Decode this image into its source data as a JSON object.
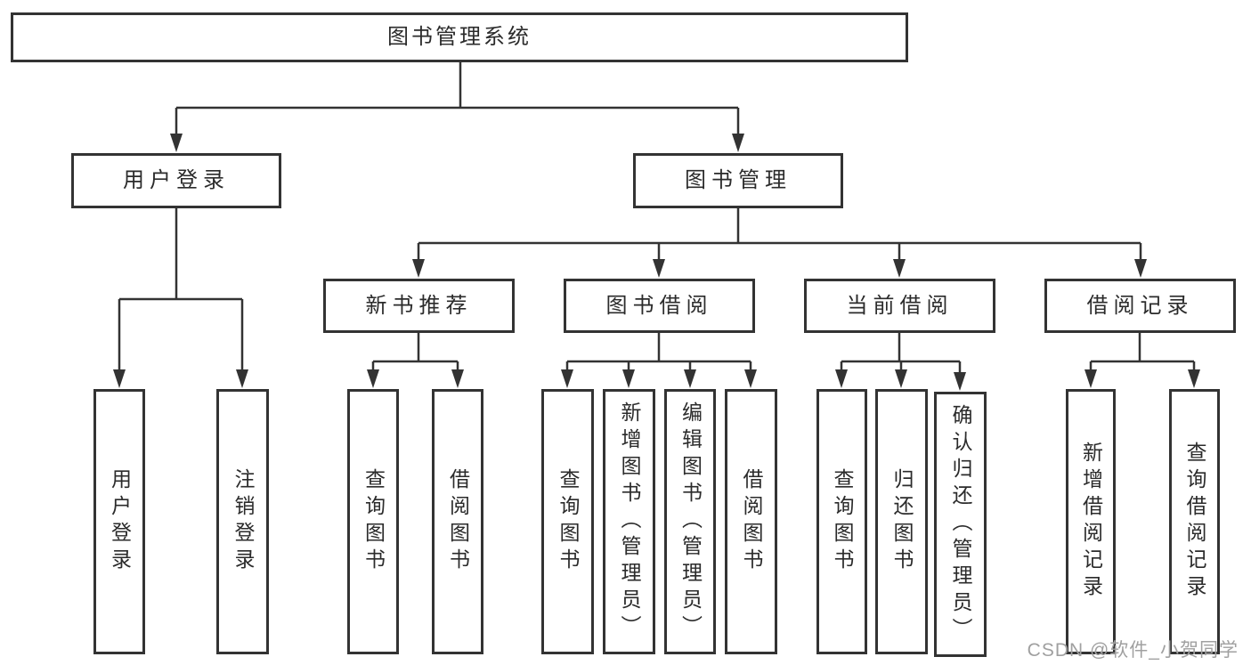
{
  "tree": {
    "label": "图书管理系统",
    "children": [
      {
        "label": "用户登录",
        "children": [
          {
            "label": "用户登录"
          },
          {
            "label": "注销登录"
          }
        ]
      },
      {
        "label": "图书管理",
        "children": [
          {
            "label": "新书推荐",
            "children": [
              {
                "label": "查询图书"
              },
              {
                "label": "借阅图书"
              }
            ]
          },
          {
            "label": "图书借阅",
            "children": [
              {
                "label": "查询图书"
              },
              {
                "label": "新增图书（管理员）"
              },
              {
                "label": "编辑图书（管理员）"
              },
              {
                "label": "借阅图书"
              }
            ]
          },
          {
            "label": "当前借阅",
            "children": [
              {
                "label": "查询图书"
              },
              {
                "label": "归还图书"
              },
              {
                "label": "确认归还（管理员）"
              }
            ]
          },
          {
            "label": "借阅记录",
            "children": [
              {
                "label": "新增借阅记录"
              },
              {
                "label": "查询借阅记录"
              }
            ]
          }
        ]
      }
    ]
  },
  "watermark": {
    "text": "CSDN @软件_小贺同学"
  },
  "colors": {
    "line": "#333333",
    "text": "#2b2b2b",
    "background": "#ffffff",
    "watermark": "#a0a0a0"
  }
}
